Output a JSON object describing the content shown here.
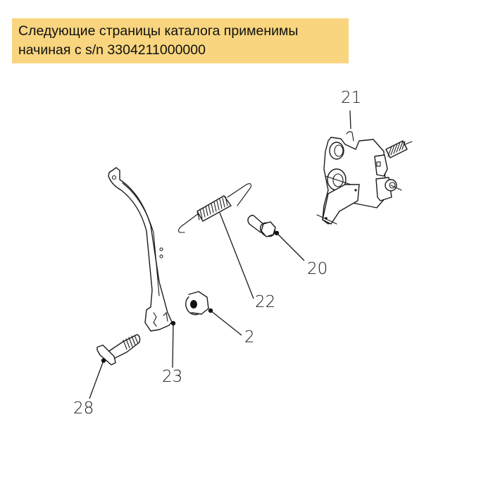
{
  "banner": {
    "line1": "Следующие страницы каталога применимы",
    "line2": "начиная с s/n 3304211000000",
    "background_color": "#F8D57E"
  },
  "diagram": {
    "parts": [
      {
        "id": "21",
        "label": "21",
        "description": "throttle control bracket assembly"
      },
      {
        "id": "20",
        "label": "20",
        "description": "flange bolt"
      },
      {
        "id": "22",
        "label": "22",
        "description": "tension spring"
      },
      {
        "id": "2",
        "label": "2",
        "description": "flange nut"
      },
      {
        "id": "23",
        "label": "23",
        "description": "governor arm"
      },
      {
        "id": "28",
        "label": "28",
        "description": "T-bolt"
      }
    ]
  }
}
